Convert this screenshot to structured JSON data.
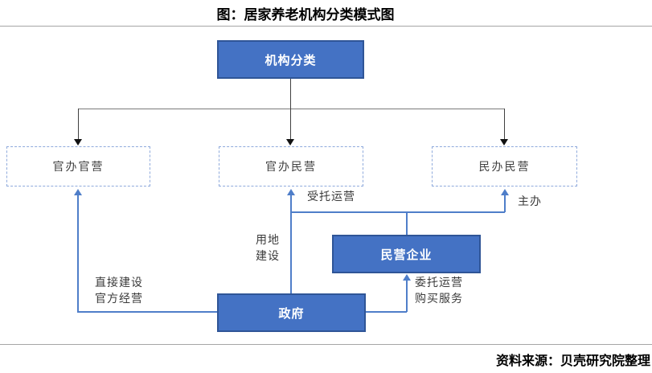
{
  "title": "图：居家养老机构分类模式图",
  "source": "资料来源：贝壳研究院整理",
  "colors": {
    "solid_box_fill": "#4472C4",
    "solid_box_border": "#2F5597",
    "blue_connector": "#4f7ec9",
    "dashed_box_border": "#8FAADC",
    "black_connector": "#404040"
  },
  "nodes": {
    "root": {
      "label": "机构分类"
    },
    "gov_gov": {
      "label": "官办官营"
    },
    "gov_private": {
      "label": "官办民营"
    },
    "private_private": {
      "label": "民办民营"
    },
    "private_enterprise": {
      "label": "民营企业"
    },
    "government": {
      "label": "政府"
    }
  },
  "edge_labels": {
    "entrusted_operation": "受托运营",
    "host": "主办",
    "land_construction": "用地\n建设",
    "direct_build_official_operate": "直接建设\n官方经营",
    "commission_operate_purchase": "委托运营\n购买服务"
  }
}
